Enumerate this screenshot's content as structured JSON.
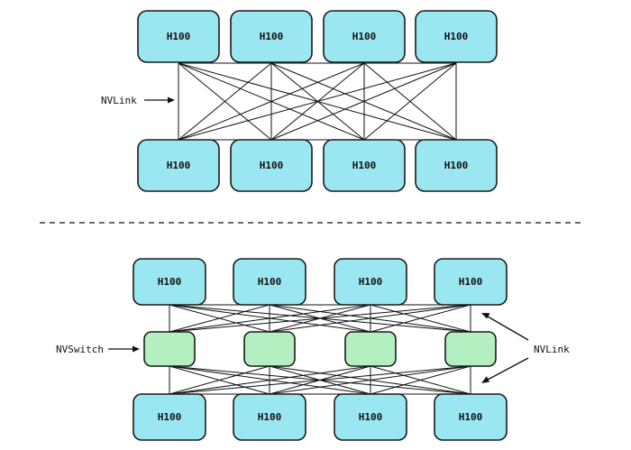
{
  "top_section": {
    "gpus_upper": [
      "H100",
      "H100",
      "H100",
      "H100"
    ],
    "gpus_lower": [
      "H100",
      "H100",
      "H100",
      "H100"
    ],
    "link_label": "NVLink"
  },
  "bottom_section": {
    "gpus_upper": [
      "H100",
      "H100",
      "H100",
      "H100"
    ],
    "gpus_lower": [
      "H100",
      "H100",
      "H100",
      "H100"
    ],
    "switches": [
      "",
      "",
      "",
      ""
    ],
    "switch_label": "NVSwitch",
    "link_label": "NVLink"
  },
  "colors": {
    "gpu_fill": "#9be7f1",
    "switch_fill": "#b3efc0",
    "line": "#111111"
  }
}
